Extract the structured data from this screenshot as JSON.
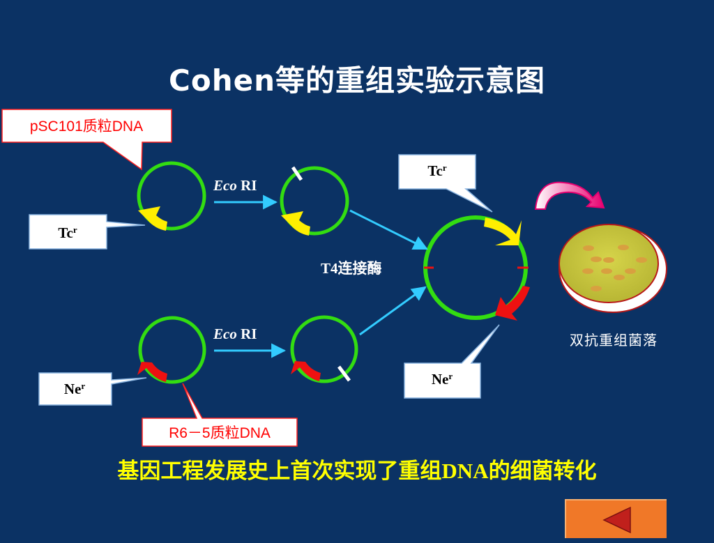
{
  "title": "Cohen等的重组实验示意图",
  "callouts": {
    "psc101": "pSC101质粒DNA",
    "r6_5": "R6－5质粒DNA",
    "tc_base": "Tc",
    "ne_base": "Ne",
    "resistance_sup": "r"
  },
  "enzymes": {
    "eco_italic": "Eco",
    "eco_rest": " RI",
    "ligase": "T4连接酶"
  },
  "colony_label": "双抗重组菌落",
  "footer": {
    "prefix": "基因工程发展史上首次实现了重组",
    "dna": "DNA",
    "suffix": "的细菌转化"
  },
  "colors": {
    "background": "#0b3264",
    "plasmid": "#33dd11",
    "tc_gene": "#ffee00",
    "ne_gene": "#ee1111",
    "arrow": "#33ccff",
    "dish": "#c8c83a",
    "dish_rim": "#b81818",
    "colony": "#d8a040"
  },
  "icons": {
    "transform_arrow": "curved-arrow-icon",
    "back": "triangle-left-icon"
  }
}
